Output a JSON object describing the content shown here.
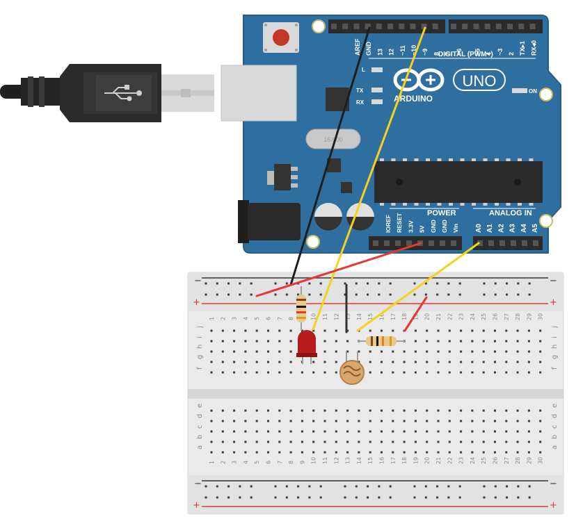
{
  "colors": {
    "board": "#2f6f9f",
    "board_edge": "#255d86",
    "breadboard": "#eaeaea",
    "wire_red": "#e53935",
    "wire_yellow": "#f5d21c",
    "wire_black": "#1e1e1e",
    "led": "#b71c1c",
    "rail_red": "#e53935",
    "rail_dark": "#333333"
  },
  "icons": {
    "usb_plug": "usb-icon",
    "arduino_logo": "arduino-infinity-logo"
  },
  "arduino": {
    "brand": "ARDUINO",
    "model": "UNO",
    "digital_header_label": "DIGITAL (PWM~)",
    "digital_pins": [
      "AREF",
      "GND",
      "13",
      "12",
      "~11",
      "~10",
      "~9",
      "8",
      "7",
      "~6",
      "~5",
      "4",
      "~3",
      "2",
      "TX▸1",
      "RX◂0"
    ],
    "led_labels": {
      "l": "L",
      "tx": "TX",
      "rx": "RX",
      "on": "ON"
    },
    "crystal_label": "16.000",
    "power_header_label": "POWER",
    "power_pins": [
      "IOREF",
      "RESET",
      "3.3V",
      "5V",
      "GND",
      "GND",
      "Vin"
    ],
    "analog_header_label": "ANALOG IN",
    "analog_pins": [
      "A0",
      "A1",
      "A2",
      "A3",
      "A4",
      "A5"
    ]
  },
  "breadboard": {
    "columns": [
      "1",
      "2",
      "3",
      "4",
      "5",
      "6",
      "7",
      "8",
      "9",
      "10",
      "11",
      "12",
      "13",
      "14",
      "15",
      "16",
      "17",
      "18",
      "19",
      "20",
      "21",
      "22",
      "23",
      "24",
      "25",
      "26",
      "27",
      "28",
      "29",
      "30"
    ],
    "rows_top": [
      "j",
      "i",
      "h",
      "g",
      "f"
    ],
    "rows_bottom": [
      "e",
      "d",
      "c",
      "b",
      "a"
    ],
    "rail_minus": "−",
    "rail_plus": "+"
  }
}
